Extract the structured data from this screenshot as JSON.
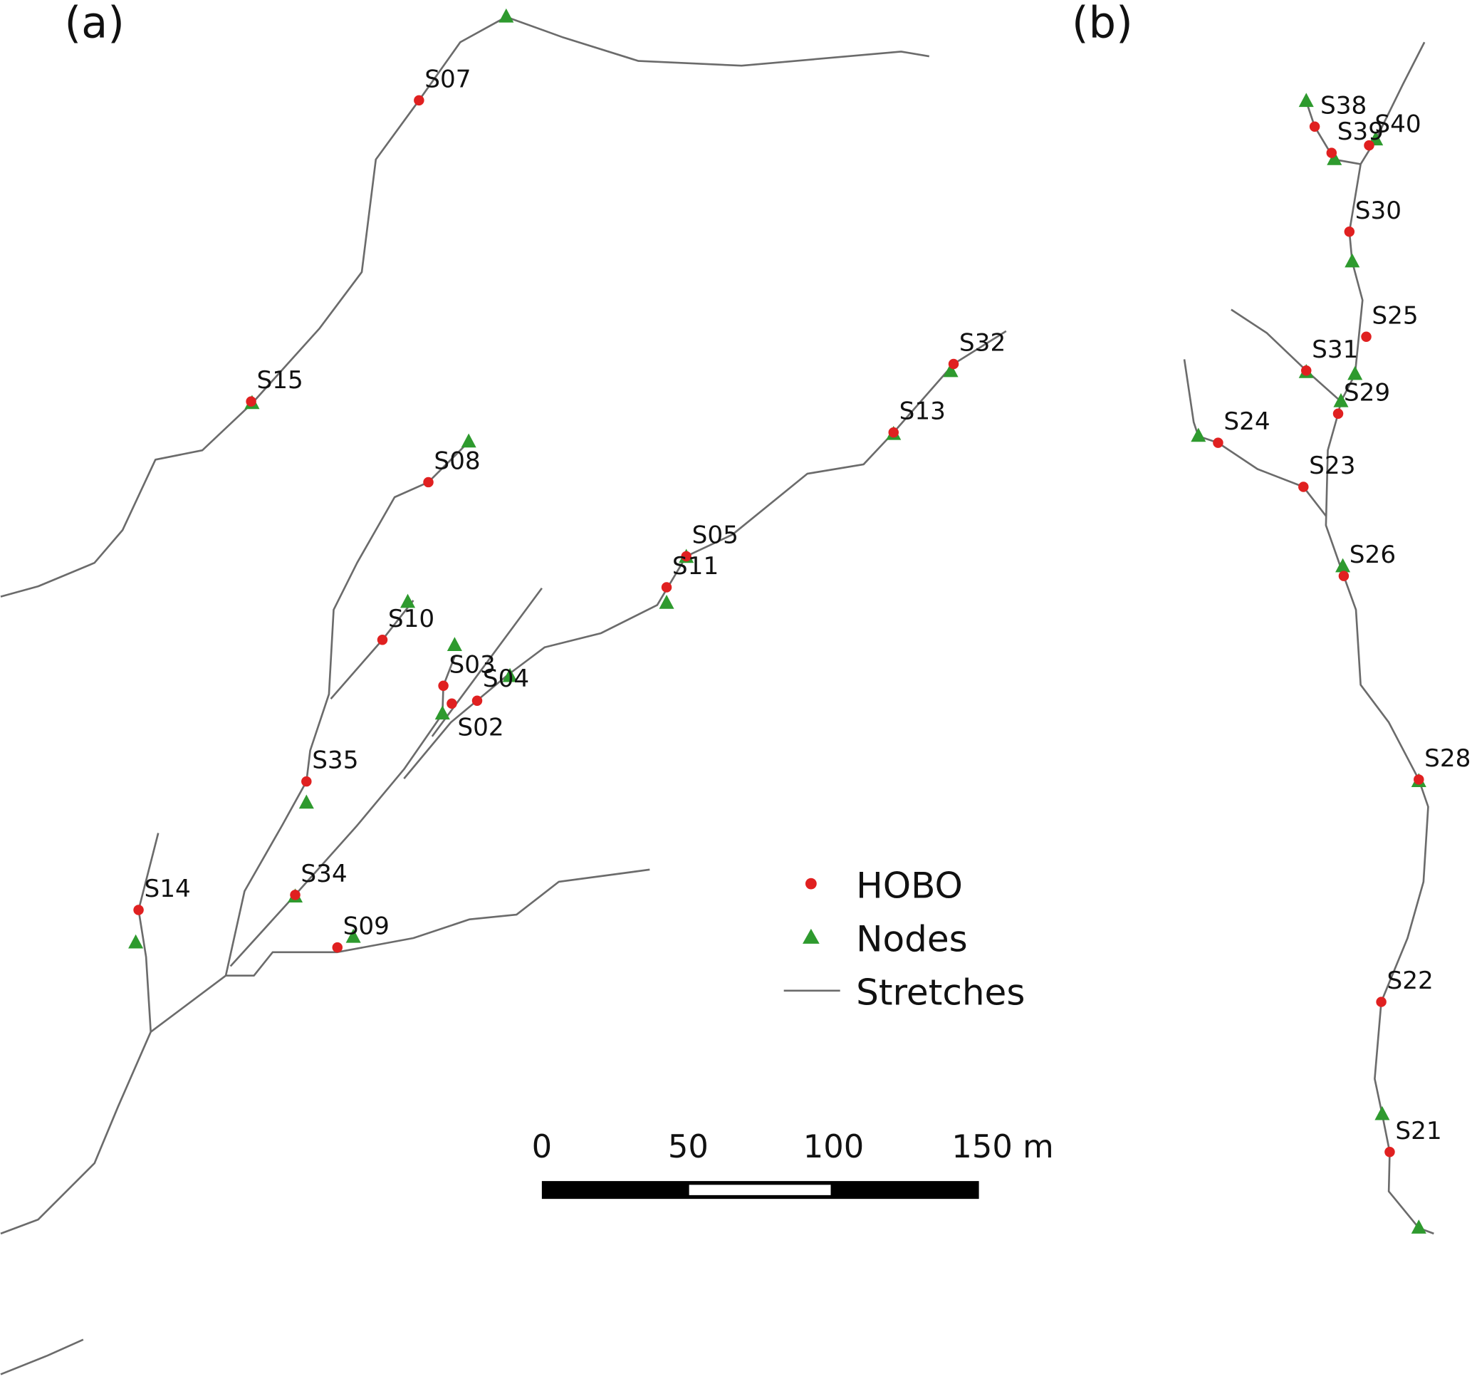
{
  "panels": {
    "a": "(a)",
    "b": "(b)"
  },
  "sites": [
    "S07",
    "S15",
    "S08",
    "S10",
    "S03",
    "S02",
    "S04",
    "S05",
    "S11",
    "S13",
    "S32",
    "S35",
    "S34",
    "S09",
    "S14",
    "S38",
    "S40",
    "S39",
    "S30",
    "S25",
    "S31",
    "S29",
    "S24",
    "S23",
    "S26",
    "S28",
    "S22",
    "S21"
  ],
  "legend": {
    "hobo": "HOBO",
    "nodes": "Nodes",
    "stretches": "Stretches"
  },
  "scale_bar": {
    "labels": [
      "0",
      "50",
      "100",
      "150 m"
    ]
  },
  "colors": {
    "hobo": "#e02020",
    "nodes": "#2e9a2e",
    "stretches": "#6b6b6b"
  }
}
